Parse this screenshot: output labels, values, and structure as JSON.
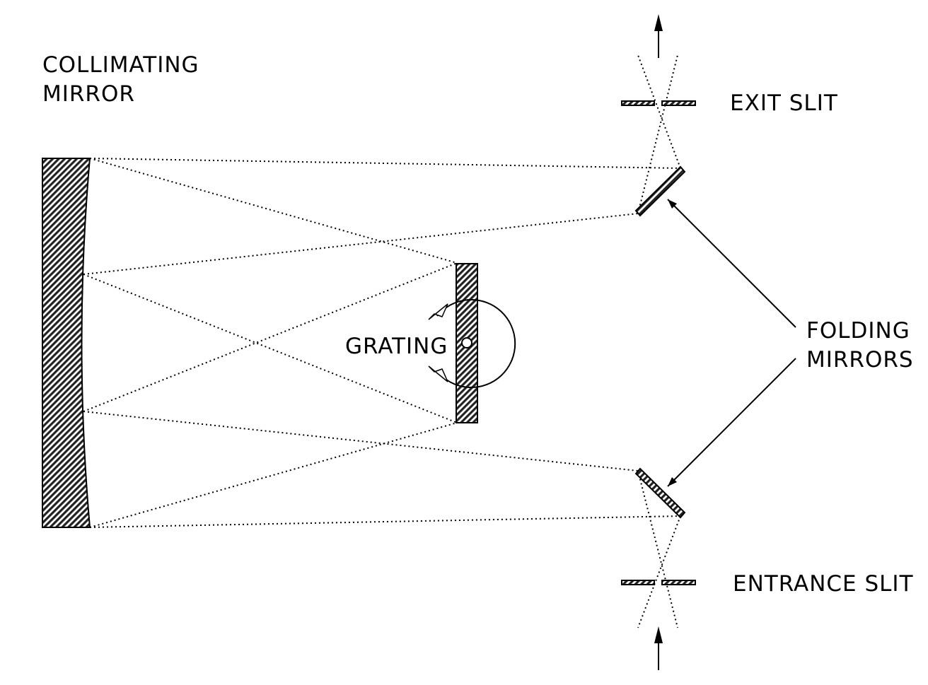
{
  "labels": {
    "collimating_mirror_line1": "COLLIMATING",
    "collimating_mirror_line2": "MIRROR",
    "exit_slit": "EXIT SLIT",
    "entrance_slit": "ENTRANCE SLIT",
    "folding_mirrors_line1": "FOLDING",
    "folding_mirrors_line2": "MIRRORS",
    "grating": "GRATING"
  },
  "colors": {
    "line": "#000000",
    "hatch_fill": "#555555",
    "background": "#ffffff"
  }
}
